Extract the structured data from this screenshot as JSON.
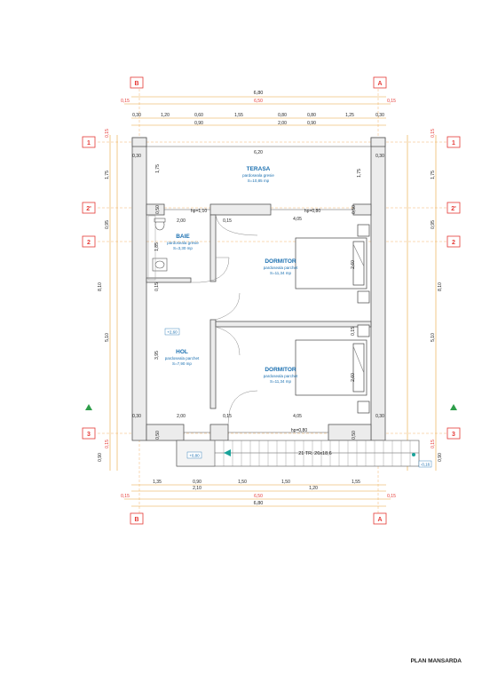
{
  "sheet_title": "PLAN MANSARDA",
  "axes": {
    "B": "B",
    "A": "A",
    "r1": "1",
    "r2p": "2'",
    "r2": "2",
    "r3": "3"
  },
  "rooms": {
    "terasa": {
      "name": "TERASA",
      "floor": "pardoseala gresie",
      "area": "S=10,85 mp"
    },
    "baie": {
      "name": "BAIE",
      "floor": "pardoseala gresie",
      "area": "S=3,30 mp"
    },
    "dormitor1": {
      "name": "DORMITOR",
      "floor": "pardoseala parchet",
      "area": "S=11,34 mp"
    },
    "hol": {
      "name": "HOL",
      "floor": "pardoseala parchet",
      "area": "S=7,90 mp"
    },
    "dormitor2": {
      "name": "DORMITOR",
      "floor": "pardoseala parchet",
      "area": "S=11,34 mp"
    }
  },
  "dims": {
    "top_total": "6,80",
    "top_axis": "6,50",
    "top_015_l": "0,15",
    "top_015_r": "0,15",
    "top_chain1": [
      "0,30",
      "1,20",
      "0,60",
      "1,55",
      "0,80",
      "0,80",
      "1,25",
      "0,30"
    ],
    "top_chain2": [
      "0,90",
      "2,00",
      "0,90"
    ],
    "bot_chain1": [
      "1,35",
      "0,90",
      "1,50",
      "1,50",
      "1,55"
    ],
    "bot_chain2": [
      "2,10",
      "1,20"
    ],
    "bot_axis": "6,50",
    "bot_total": "6,80",
    "bot_015_l": "0,15",
    "bot_015_r": "0,15",
    "left_015": "0,15",
    "left_175": "1,75",
    "left_095": "0,95",
    "left_810": "8,10",
    "left_510": "5,10",
    "left_015b": "0,15",
    "left_090": "0,90",
    "right_015": "0,15",
    "right_175": "1,75",
    "right_095": "0,95",
    "right_810": "8,10",
    "right_510": "5,10",
    "right_015b": "0,15",
    "right_090": "0,90"
  },
  "interior": {
    "terasa_width": "6,20",
    "terasa_175_l": "1,75",
    "terasa_175_r": "1,75",
    "d030_tl": "0,30",
    "d030_tr": "0,30",
    "d030_ml": "0,30",
    "d030_mr": "0,30",
    "baie_200": "2,00",
    "hol_200": "2,00",
    "d015_a": "0,15",
    "d015_b": "0,15",
    "d405_a": "4,05",
    "d405_b": "4,05",
    "d185": "1,85",
    "d015_c": "0,15",
    "d015_d": "0,15",
    "d015_e": "0,15",
    "d395": "3,95",
    "d260_a": "2,60",
    "d260_b": "2,60",
    "d050_a": "0,50",
    "d050_b": "0,50",
    "d050_c": "0,50",
    "d050_d": "0,50",
    "hp_baie": "hp=1,10",
    "hp_terasa": "hp=0,80",
    "hp_bottom": "hp=0,80",
    "level_hol": "+2,60",
    "level_stair": "+0,80",
    "level_out": "-0,16",
    "stair": "21 TR. 26x18,6"
  },
  "colors": {
    "axis": "#e53935",
    "dim": "#e8a53a",
    "wall": "#d6d6d6",
    "room_text": "#1a6fb0",
    "marker": "#2e9e4a"
  }
}
